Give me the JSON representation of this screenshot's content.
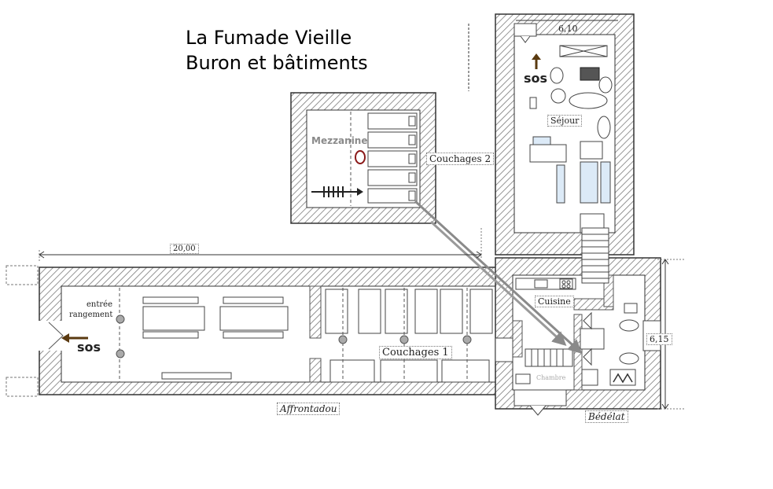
{
  "title": {
    "line1": "La Fumade Vieille",
    "line2": "Buron et bâtiments"
  },
  "rooms": {
    "mezzanine": "Mezzanine",
    "couchages2": "Couchages 2",
    "sejour": "Séjour",
    "cuisine": "Cuisine",
    "couchages1": "Couchages 1",
    "chambre": "Chambre",
    "affrontadou": "Affrontadou",
    "bedelat": "Bédélat"
  },
  "labels": {
    "entree": "entrée",
    "rangement": "rangement",
    "sos_left": "sos",
    "sos_top": "sos"
  },
  "dimensions": {
    "length_main": "20,00",
    "width_top": "6,10",
    "width_right": "6,15"
  },
  "colors": {
    "wall": "#555555",
    "arrow": "#8a8a8a",
    "sos_arrow": "#5a3a10",
    "mezz_label": "#8a8a8a",
    "mezz_marker": "#8b1a1a",
    "furniture_blue": "#dceaf7"
  }
}
